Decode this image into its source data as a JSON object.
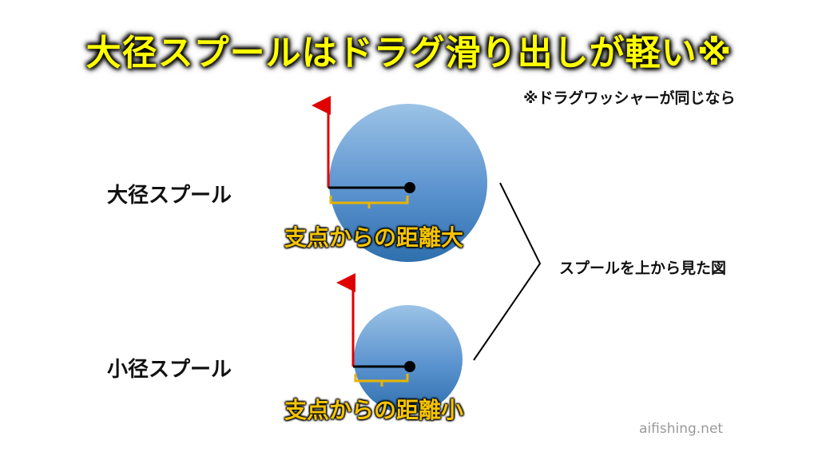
{
  "title": "大径スプールはドラグ滑り出しが軽い※",
  "note": "※ドラグワッシャーが同じなら",
  "large": {
    "label": "大径スプール",
    "distance": "支点からの距離大"
  },
  "small": {
    "label": "小径スプール",
    "distance": "支点からの距離小"
  },
  "view_caption": "スプールを上から見た図",
  "watermark": "aifishing.net",
  "colors": {
    "title": "#ffff00",
    "arrow": "#e00000",
    "bracket": "#e8b400",
    "spool_top": "#9cc3e6",
    "spool_bottom": "#2e6fad"
  }
}
